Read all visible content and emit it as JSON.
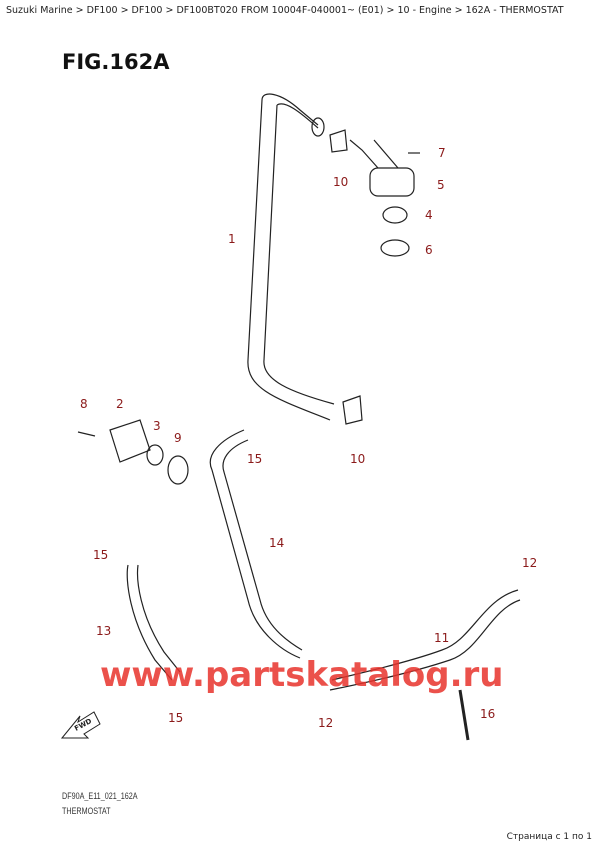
{
  "breadcrumb": "Suzuki Marine > DF100 > DF100 > DF100BT020 FROM 10004F-040001~ (E01) > 10 - Engine > 162A - THERMOSTAT",
  "figure_title": "FIG.162A",
  "callouts": [
    "1",
    "2",
    "3",
    "4",
    "5",
    "6",
    "7",
    "8",
    "9",
    "10",
    "10",
    "11",
    "12",
    "12",
    "13",
    "14",
    "15",
    "15",
    "15",
    "16"
  ],
  "watermark": "www.partskatalog.ru",
  "fwd_label": "FWD",
  "diagram_code": "DF90A_E11_021_162A",
  "diagram_name": "THERMOSTAT",
  "pager": "Страница с 1 по 1",
  "colors": {
    "callout": "#8b1a1a",
    "watermark": "#e8322b"
  }
}
